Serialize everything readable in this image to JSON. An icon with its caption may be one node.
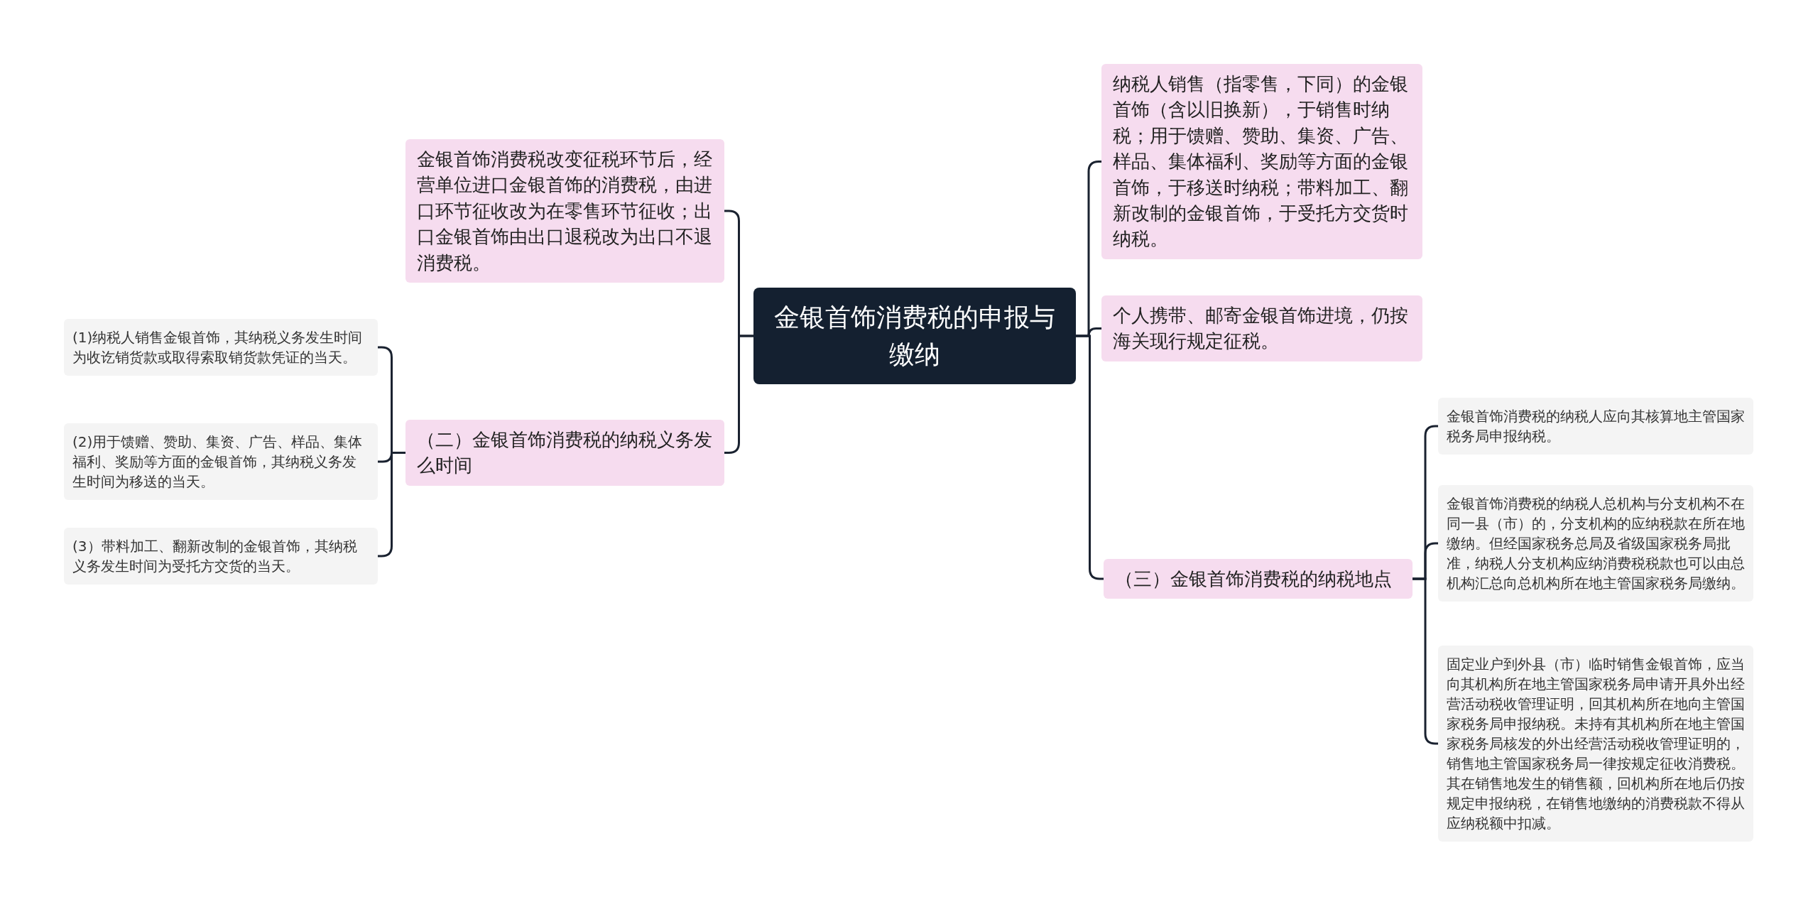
{
  "diagram": {
    "nodes": [
      {
        "text": [
          "金银首饰消费税的申报与缴纳"
        ]
      },
      {
        "text": [
          "金银首饰消费税改变征税环节后，经营单位进口金银首饰的消费税，由进口环节征收改为在零售环节征收；出口金银首饰由出口退税改为出口不退消费税。"
        ]
      },
      {
        "text": [
          "（二）金银首饰消费税的纳税义务发么时间"
        ]
      },
      {
        "text": [
          "(1)纳税人销售金银首饰，其纳税义务发生时间为收讫销货款或取得索取销货款凭证的当天。"
        ]
      },
      {
        "text": [
          "(2)用于馈赠、赞助、集资、广告、样品、集体福利、奖励等方面的金银首饰，其纳税义务发生时间为移送的当天。"
        ]
      },
      {
        "text": [
          "(3）带料加工、翻新改制的金银首饰，其纳税义务发生时间为受托方交货的当天。"
        ]
      },
      {
        "text": [
          "纳税人销售（指零售，下同）的金银首饰（含以旧换新），于销售时纳税；用于馈赠、赞助、集资、广告、样品、集体福利、奖励等方面的金银首饰，于移送时纳税；带料加工、翻新改制的金银首饰，于受托方交货时纳税。"
        ]
      },
      {
        "text": [
          "个人携带、邮寄金银首饰进境，仍按海关现行规定征税。"
        ]
      },
      {
        "text": [
          "（三）金银首饰消费税的纳税地点"
        ]
      },
      {
        "text": [
          "金银首饰消费税的纳税人应向其核算地主管国家税务局申报纳税。"
        ]
      },
      {
        "text": [
          "金银首饰消费税的纳税人总机构与分支机构不在同一县（市）的，分支机构的应纳税款在所在地缴纳。但经国家税务总局及省级国家税务局批准，纳税人分支机构应纳消费税税款也可以由总机构汇总向总机构所在地主管国家税务局缴纳。"
        ]
      },
      {
        "text": [
          "固定业户到外县（市）临时销售金银首饰，应当向其机构所在地主管国家税务局申请开具外出经营活动税收管理证明，回其机构所在地向主管国家税务局申报纳税。未持有其机构所在地主管国家税务局核发的外出经营活动税收管理证明的，销售地主管国家税务局一律按规定征收消费税。其在销售地发生的销售额，回机构所在地后仍按规定申报纳税，在销售地缴纳的消费税款不得从应纳税额中扣减。"
        ]
      }
    ],
    "edges": [
      {
        "from": 0,
        "to": 1,
        "arrow": "none"
      },
      {
        "from": 0,
        "to": 2,
        "arrow": "none"
      },
      {
        "from": 2,
        "to": 3,
        "arrow": "none"
      },
      {
        "from": 2,
        "to": 4,
        "arrow": "none"
      },
      {
        "from": 2,
        "to": 5,
        "arrow": "none"
      },
      {
        "from": 0,
        "to": 6,
        "arrow": "none"
      },
      {
        "from": 0,
        "to": 7,
        "arrow": "none"
      },
      {
        "from": 0,
        "to": 8,
        "arrow": "none"
      },
      {
        "from": 8,
        "to": 9,
        "arrow": "none"
      },
      {
        "from": 8,
        "to": 10,
        "arrow": "none"
      },
      {
        "from": 8,
        "to": 11,
        "arrow": "none"
      }
    ]
  }
}
